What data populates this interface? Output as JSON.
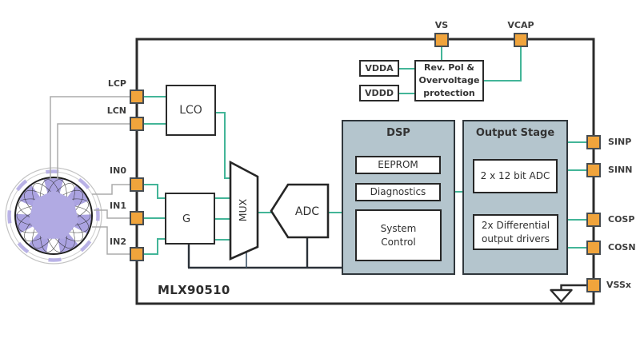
{
  "chip": {
    "name": "MLX90510"
  },
  "pins": {
    "top": [
      {
        "label": "VS"
      },
      {
        "label": "VCAP"
      }
    ],
    "left": [
      {
        "label": "LCP"
      },
      {
        "label": "LCN"
      },
      {
        "label": "IN0"
      },
      {
        "label": "IN1"
      },
      {
        "label": "IN2"
      }
    ],
    "right": [
      {
        "label": "SINP"
      },
      {
        "label": "SINN"
      },
      {
        "label": "COSP"
      },
      {
        "label": "COSN"
      },
      {
        "label": "VSSx"
      }
    ]
  },
  "blocks": {
    "lco": {
      "label": "LCO"
    },
    "gain": {
      "label": "G"
    },
    "mux": {
      "label": "MUX"
    },
    "adc": {
      "label": "ADC"
    },
    "vdda": {
      "label": "VDDA"
    },
    "vddd": {
      "label": "VDDD"
    },
    "protection": {
      "line1": "Rev. Pol &",
      "line2": "Overvoltage",
      "line3": "protection"
    },
    "dsp": {
      "title": "DSP",
      "eeprom": "EEPROM",
      "diagnostics": "Diagnostics",
      "system_control_line1": "System",
      "system_control_line2": "Control"
    },
    "output_stage": {
      "title": "Output Stage",
      "adc12": "2 x 12 bit ADC",
      "drivers_line1": "2x Differential",
      "drivers_line2": "output drivers"
    }
  },
  "colors": {
    "pin_fill": "#F0A43C",
    "wire_green": "#43B598",
    "wire_gray": "#ABABAB",
    "block_fill_blue": "#B4C5CD",
    "outline_dark": "#2B2B2B",
    "resolver_purple": "#B1AAE3"
  }
}
